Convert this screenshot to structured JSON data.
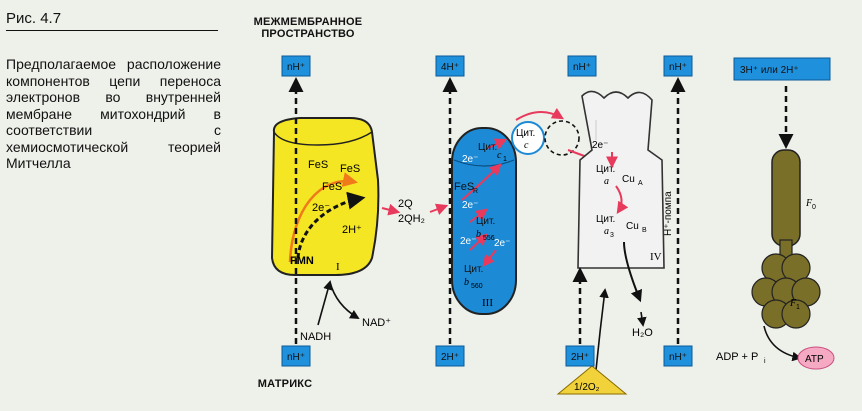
{
  "figure": {
    "number": "Рис. 4.7",
    "caption": "Предполагаемое расположение компонентов цепи переноса электронов во внутренней мембране митохондрий в соответствии с хемиосмотической теорией Митчелла"
  },
  "regions": {
    "top": "МЕЖМЕМБРАННОЕ ПРОСТРАНСТВО",
    "bottom": "МАТРИКС"
  },
  "complex_i": {
    "roman": "I",
    "fes_labels": [
      "FeS",
      "FeS",
      "FeS"
    ],
    "fmn": "FMN",
    "electrons": "2e⁻",
    "protons": "2H⁺"
  },
  "ubiquinone": {
    "q": "2Q",
    "qh2": "2QH₂"
  },
  "complex_iii": {
    "roman": "III",
    "electrons": "2e⁻",
    "fes": "FeS",
    "fes_sub": "R",
    "cyt_c1": "Цит.",
    "c1_letter": "c",
    "c1_sub": "1",
    "cyt_b556": "Цит.",
    "b556_letter": "b",
    "b556_sub": "556",
    "cyt_b560": "Цит.",
    "b560_letter": "b",
    "b560_sub": "560"
  },
  "cytochrome_c": {
    "label": "Цит.",
    "letter": "c"
  },
  "complex_iv": {
    "roman": "IV",
    "electrons": "2e⁻",
    "cyt_a": "Цит.",
    "a_letter": "a",
    "cyt_a3": "Цит.",
    "a3_letter": "a",
    "a3_sub": "3",
    "cu_a": "Cu",
    "cu_a_sub": "A",
    "cu_b": "Cu",
    "cu_b_sub": "B",
    "pump": "H⁺-помпа"
  },
  "atp_synthase": {
    "f0": "F",
    "f0_sub": "0",
    "f1": "F",
    "f1_sub": "1"
  },
  "proton_boxes": {
    "top": [
      "nH⁺",
      "4H⁺",
      "nH⁺",
      "nH⁺"
    ],
    "bottom": [
      "nH⁺",
      "2H⁺",
      "2H⁺",
      "nH⁺"
    ],
    "atp_top": "3H⁺ или 2H⁺"
  },
  "substrates": {
    "nadh": "NADH",
    "nad": "NAD⁺",
    "water": "H₂O",
    "oxygen": "1/2O₂",
    "adp": "ADP + P",
    "adp_sub": "i",
    "atp": "ATP"
  },
  "colors": {
    "complex_i": "#f4e623",
    "complex_iii": "#1d8ad6",
    "complex_iv": "#f2f2f2",
    "atp_synthase": "#7a6f28",
    "proton_box": "#1f90db",
    "arrow_red": "#e83a5c",
    "oxygen": "#f1d23a",
    "atp": "#f6a9c3"
  }
}
